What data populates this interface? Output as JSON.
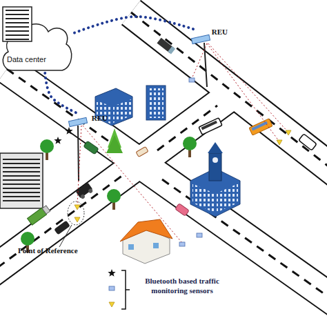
{
  "diagram": {
    "nodes": [
      {
        "text": [
          "Data center"
        ]
      },
      {
        "text": [
          "REU"
        ]
      },
      {
        "text": [
          "REU"
        ]
      }
    ],
    "edges": [
      {
        "from": 0,
        "to": 1,
        "arrow": "none"
      },
      {
        "from": 0,
        "to": 2,
        "arrow": "none"
      }
    ],
    "labels": [
      "Point of Reference"
    ],
    "legend": [
      {
        "text": "Bluetooth based traffic monitoring sensors"
      }
    ]
  }
}
